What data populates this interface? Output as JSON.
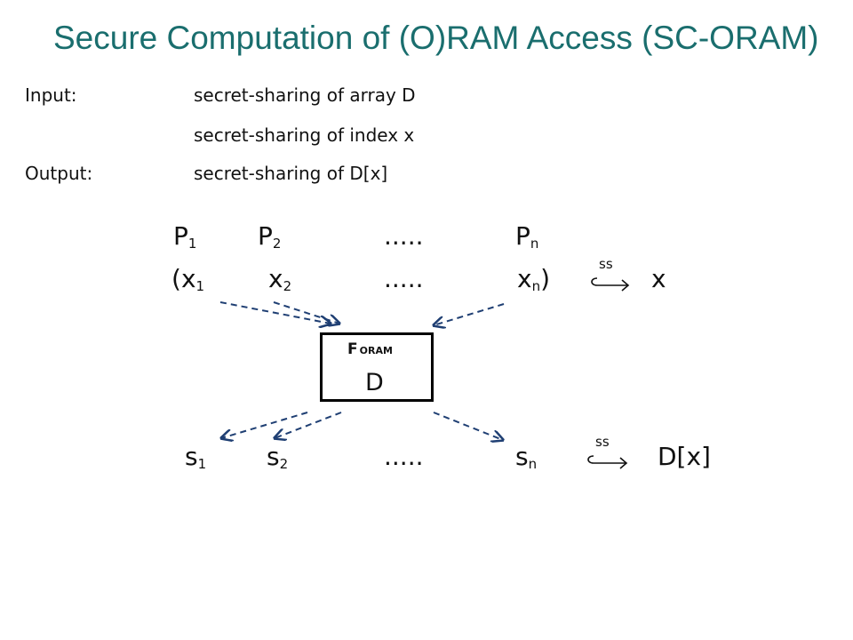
{
  "title": "Secure Computation of (O)RAM Access (SC-ORAM)",
  "io": {
    "input_label": "Input:",
    "input_line1": "secret-sharing of array D",
    "input_line2": "secret-sharing of index x",
    "output_label": "Output:",
    "output_line": "secret-sharing of D[x]"
  },
  "parties": {
    "p_letter": "P",
    "p1_sub": "1",
    "p2_sub": "2",
    "pn_sub": "n",
    "dots": "....."
  },
  "inputs": {
    "open_paren": "(",
    "x_letter": "x",
    "x1_sub": "1",
    "x2_sub": "2",
    "xn_sub": "n",
    "close_paren": ")",
    "dots": ".....",
    "ss_label": "ss",
    "result": "x"
  },
  "functionality": {
    "f_letter": "F",
    "f_sub": "ORAM",
    "content": "D"
  },
  "outputs": {
    "s_letter": "s",
    "s1_sub": "1",
    "s2_sub": "2",
    "sn_sub": "n",
    "dots": ".....",
    "ss_label": "ss",
    "result": "D[x]"
  },
  "colors": {
    "title": "#1a6e6e",
    "arrow": "#1f3f73",
    "text": "#111111"
  }
}
